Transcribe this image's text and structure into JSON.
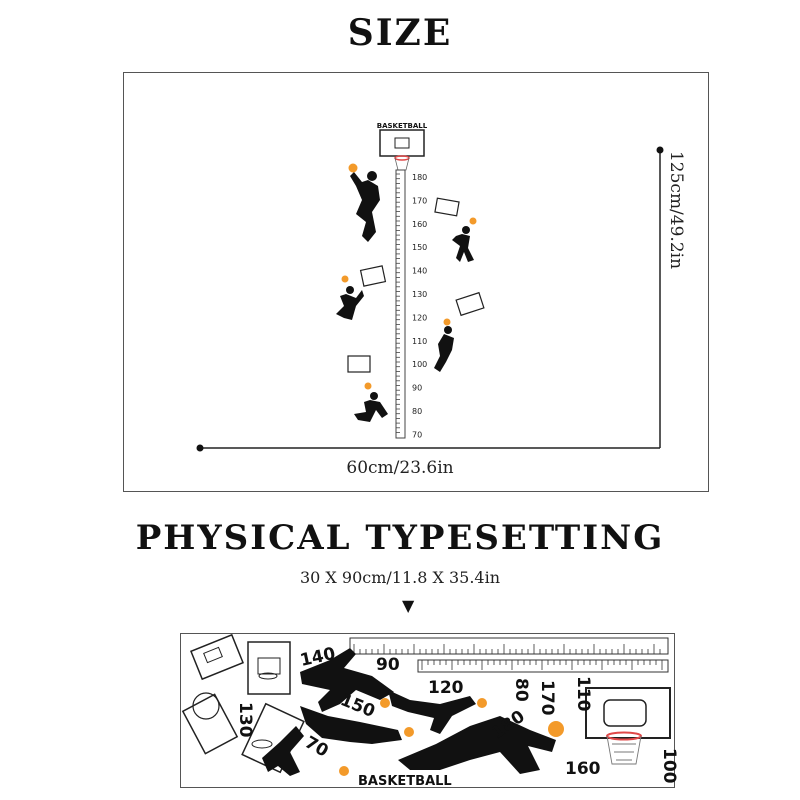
{
  "size_section": {
    "title": "SIZE",
    "width_label": "60cm/23.6in",
    "height_label": "125cm/49.2in",
    "backboard_label": "BASKETBALL",
    "ruler_ticks": [
      "180",
      "170",
      "160",
      "150",
      "140",
      "130",
      "120",
      "110",
      "100",
      "90",
      "80",
      "70"
    ]
  },
  "physical_section": {
    "title": "PHYSICAL TYPESETTING",
    "dimensions": "30 X 90cm/11.8 X 35.4in",
    "arrow": "▼",
    "sheet_label": "BASKETBALL",
    "sheet_numbers": [
      "140",
      "90",
      "120",
      "80",
      "170",
      "110",
      "130",
      "150",
      "180",
      "70",
      "160",
      "100"
    ]
  },
  "colors": {
    "ink": "#111111",
    "ball": "#f39a2a",
    "rim": "#e04848",
    "frame": "#555555"
  },
  "icons": [
    "basketball-player-silhouette-icon",
    "basketball-hoop-icon",
    "basketball-icon",
    "down-arrow-icon"
  ]
}
